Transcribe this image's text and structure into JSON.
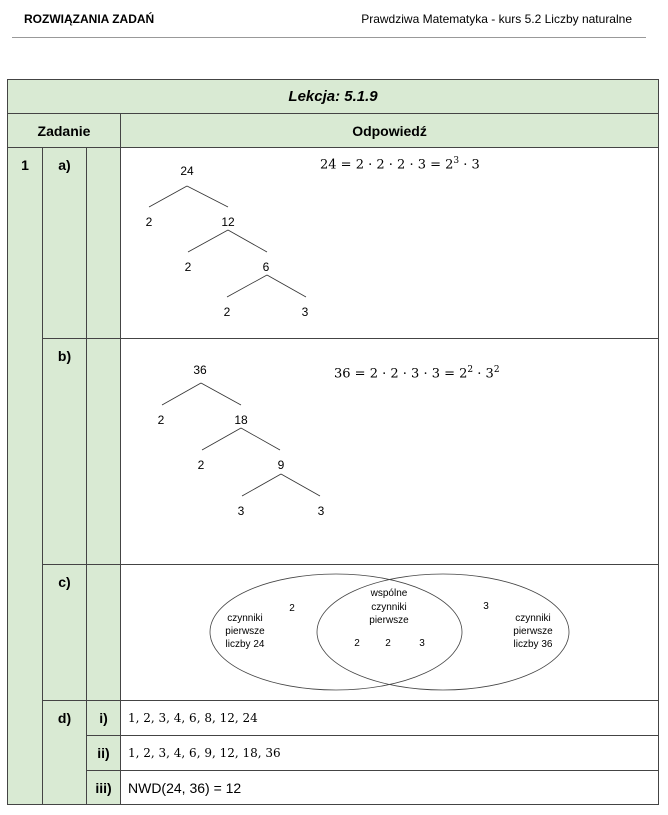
{
  "header": {
    "left": "ROZWIĄZANIA ZADAŃ",
    "right": "Prawdziwa Matematyka - kurs 5.2 Liczby naturalne"
  },
  "table": {
    "lesson": "Lekcja: 5.1.9",
    "col_task": "Zadanie",
    "col_answer": "Odpowiedź",
    "task_number": "1",
    "a": {
      "label": "a)",
      "formula_lhs": "24 = 2 · 2 · 2 · 3 = 2",
      "formula_exp": "3",
      "formula_rest": " · 3",
      "tree": [
        "24",
        "2",
        "12",
        "2",
        "6",
        "2",
        "3"
      ]
    },
    "b": {
      "label": "b)",
      "formula_lhs": "36 = 2 · 2 · 3 · 3 = 2",
      "formula_exp1": "2",
      "formula_mid": " · 3",
      "formula_exp2": "2",
      "tree": [
        "36",
        "2",
        "18",
        "2",
        "9",
        "3",
        "3"
      ]
    },
    "c": {
      "label": "c)",
      "left_title": [
        "czynniki",
        "pierwsze",
        "liczby 24"
      ],
      "right_title": [
        "czynniki",
        "pierwsze",
        "liczby 36"
      ],
      "common_title": [
        "wspólne",
        "czynniki",
        "pierwsze"
      ],
      "left_only": "2",
      "right_only": "3",
      "common": [
        "2",
        "2",
        "3"
      ]
    },
    "d": {
      "label": "d)",
      "rows": [
        {
          "label": "i)",
          "value": "1, 2, 3, 4, 6, 8, 12, 24"
        },
        {
          "label": "ii)",
          "value": "1, 2, 3, 4, 6, 9, 12, 18, 36"
        },
        {
          "label": "iii)",
          "value": "NWD(24, 36) = 12"
        }
      ]
    }
  }
}
